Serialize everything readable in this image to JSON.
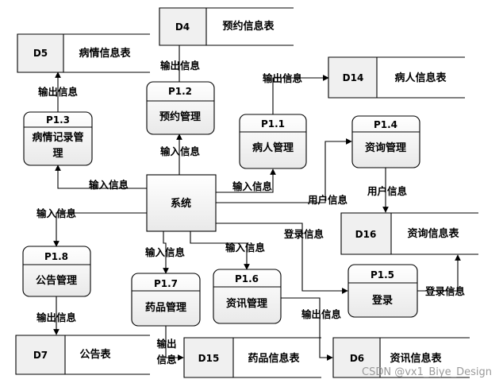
{
  "center": {
    "name": "系统"
  },
  "processes": [
    {
      "key": "p12",
      "id": "P1.2",
      "name": "预约管理"
    },
    {
      "key": "p13",
      "id": "P1.3",
      "name_lines": [
        "病情记录管",
        "理"
      ]
    },
    {
      "key": "p11",
      "id": "P1.1",
      "name": "病人管理"
    },
    {
      "key": "p14",
      "id": "P1.4",
      "name": "资询管理"
    },
    {
      "key": "p18",
      "id": "P1.8",
      "name": "公告管理"
    },
    {
      "key": "p17",
      "id": "P1.7",
      "name": "药品管理"
    },
    {
      "key": "p16",
      "id": "P1.6",
      "name": "资讯管理"
    },
    {
      "key": "p15",
      "id": "P1.5",
      "name": "登录"
    }
  ],
  "stores": [
    {
      "key": "d4",
      "id": "D4",
      "name": "预约信息表"
    },
    {
      "key": "d5",
      "id": "D5",
      "name": "病情信息表"
    },
    {
      "key": "d14",
      "id": "D14",
      "name": "病人信息表"
    },
    {
      "key": "d16",
      "id": "D16",
      "name": "资询信息表"
    },
    {
      "key": "d7",
      "id": "D7",
      "name": "公告表"
    },
    {
      "key": "d15",
      "id": "D15",
      "name": "药品信息表"
    },
    {
      "key": "d6",
      "id": "D6",
      "name": "资讯信息表"
    }
  ],
  "flow_labels": {
    "out_p12_d4": "输出信息",
    "in_sys_p12": "输入信息",
    "out_p13_d5": "输出信息",
    "in_sys_p13": "输入信息",
    "out_p11_d14": "输出信息",
    "in_sys_p11": "输入信息",
    "user_info_1": "用户信息",
    "user_info_2": "用户信息",
    "in_sys_p18": "输入信息",
    "out_p18_d7": "输出信息",
    "in_sys_p17": "输入信息",
    "out_p17_d15_line1": "输出",
    "out_p17_d15_line2": "信息",
    "in_sys_p16": "输入信息",
    "out_p16_d6": "输出信息",
    "login_info_1": "登录信息",
    "login_info_2": "登录信息"
  },
  "watermark": "CSDN @vx1_Biye_Design"
}
